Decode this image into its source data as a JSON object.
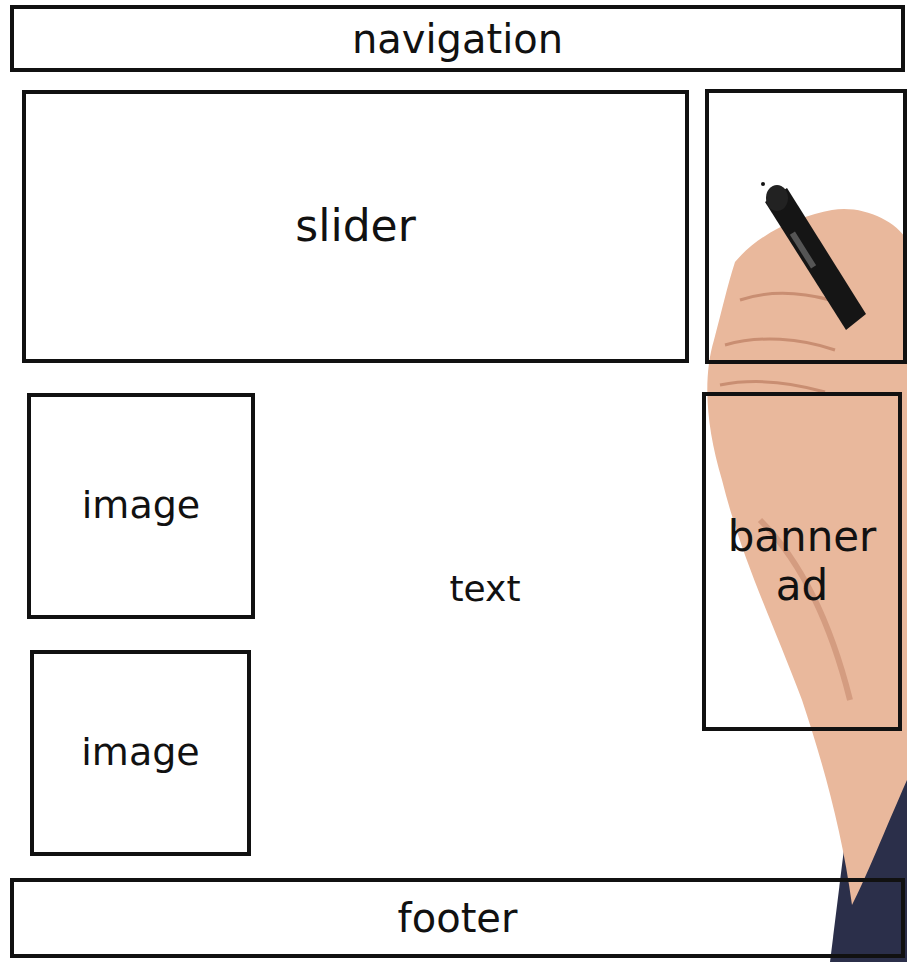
{
  "diagram": {
    "nodes": [
      {
        "text": [
          "navigation"
        ]
      },
      {
        "text": [
          "slider"
        ]
      },
      {
        "text": [
          "image"
        ]
      },
      {
        "text": [
          "banner ad"
        ]
      },
      {
        "text": [
          "image"
        ]
      },
      {
        "text": [
          "footer"
        ]
      }
    ],
    "labels": [
      "text"
    ]
  }
}
